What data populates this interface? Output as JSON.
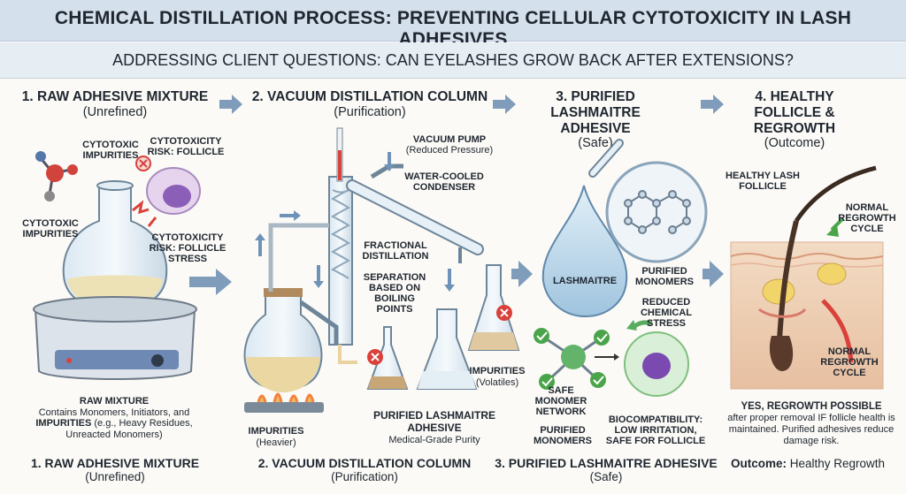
{
  "header": {
    "title": "CHEMICAL DISTILLATION PROCESS: PREVENTING CELLULAR CYTOTOXICITY IN LASH ADHESIVES",
    "subtitle": "ADDRESSING CLIENT QUESTIONS: CAN EYELASHES GROW BACK AFTER EXTENSIONS?"
  },
  "stages": [
    {
      "title": "1. RAW ADHESIVE MIXTURE",
      "paren": "(Unrefined)"
    },
    {
      "title": "2. VACUUM DISTILLATION COLUMN",
      "paren": "(Purification)"
    },
    {
      "title": "3. PURIFIED LASHMAITRE ADHESIVE",
      "paren": "(Safe)"
    },
    {
      "title": "4. HEALTHY FOLLICLE & REGROWTH",
      "paren": "(Outcome)"
    }
  ],
  "stage1": {
    "cytotoxic_impurities_1": "CYTOTOXIC IMPURITIES",
    "cytotoxicity_risk_1": "CYTOTOXICITY RISK: FOLLICLE",
    "cytotoxic_impurities_2": "CYTOTOXIC IMPURITIES",
    "cytotoxicity_risk_2": "CYTOTOXICITY RISK: FOLLICLE STRESS",
    "raw_mixture_title": "RAW MIXTURE",
    "raw_mixture_text_1": "Contains Monomers, Initiators, and",
    "raw_mixture_impurities": "IMPURITIES",
    "raw_mixture_text_2": "(e.g., Heavy Residues, Unreacted Monomers)"
  },
  "stage2": {
    "vacuum_pump": "VACUUM PUMP",
    "vacuum_pump_sub": "(Reduced Pressure)",
    "condenser": "WATER-COOLED CONDENSER",
    "fractional": "FRACTIONAL DISTILLATION",
    "separation": "SEPARATION BASED ON BOILING POINTS",
    "impurities_heavier": "IMPURITIES",
    "impurities_heavier_sub": "(Heavier)",
    "impurities_volatiles": "IMPURITIES",
    "impurities_volatiles_sub": "(Volatiles)",
    "purified_adhesive": "PURIFIED LASHMAITRE ADHESIVE",
    "medical_grade": "Medical-Grade Purity"
  },
  "stage3": {
    "drop_label": "LASHMAITRE",
    "purified_monomers": "PURIFIED MONOMERS",
    "reduced_stress": "REDUCED CHEMICAL STRESS",
    "safe_network": "SAFE MONOMER NETWORK",
    "purified_monomers_2": "PURIFIED MONOMERS",
    "biocompat": "BIOCOMPATIBILITY: LOW IRRITATION, SAFE FOR FOLLICLE"
  },
  "stage4": {
    "healthy_follicle": "HEALTHY LASH FOLLICLE",
    "normal_regrowth_1": "NORMAL REGROWTH CYCLE",
    "normal_regrowth_2": "NORMAL REGROWTH CYCLE",
    "yes_title": "YES, REGROWTH POSSIBLE",
    "yes_text": "after proper removal IF follicle health is maintained. Purified adhesives reduce damage risk."
  },
  "footer": {
    "s1_title": "1. RAW ADHESIVE MIXTURE",
    "s1_paren": "(Unrefined)",
    "s2_title": "2. VACUUM DISTILLATION COLUMN",
    "s2_paren": "(Purification)",
    "s3_title": "3. PURIFIED LASHMAITRE ADHESIVE",
    "s3_paren": "(Safe)",
    "outcome_label": "Outcome:",
    "outcome_value": "Healthy Regrowth"
  },
  "colors": {
    "header_bg": "#d4e0ec",
    "arrow": "#7f9dbb",
    "danger": "#d9413a",
    "safe": "#4aa54a",
    "liquid": "#e9d9a6"
  }
}
